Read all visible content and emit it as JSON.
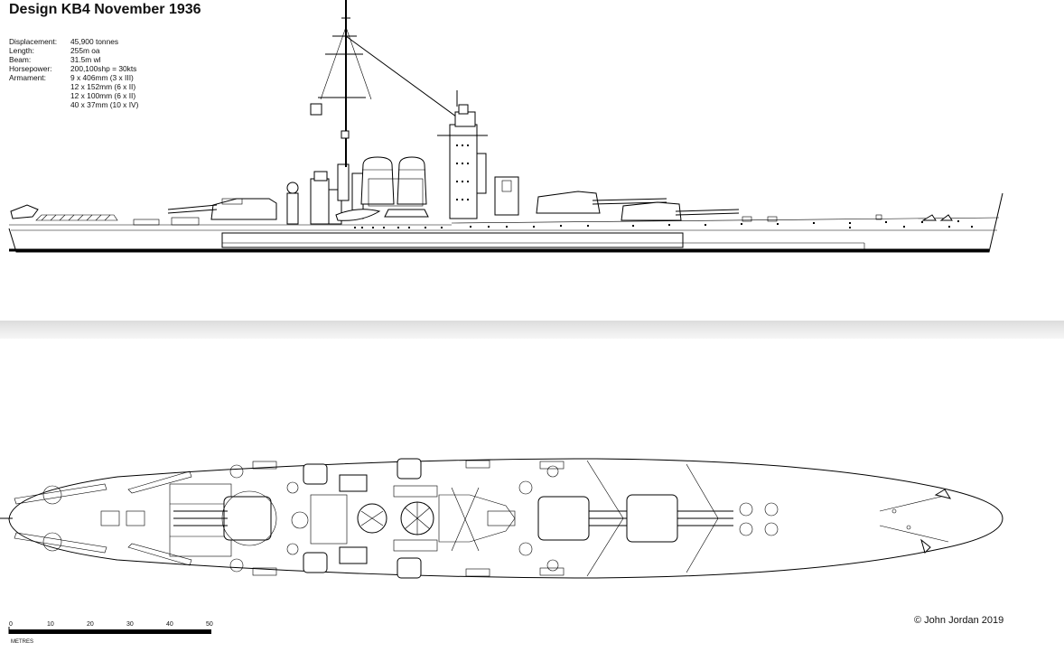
{
  "title": "Design KB4 November 1936",
  "specs": [
    {
      "label": "Displacement:",
      "values": [
        "45,900 tonnes"
      ]
    },
    {
      "label": "Length:",
      "values": [
        "255m oa"
      ]
    },
    {
      "label": "Beam:",
      "values": [
        "31.5m wl"
      ]
    },
    {
      "label": "Horsepower:",
      "values": [
        "200,100shp = 30kts"
      ]
    },
    {
      "label": "Armament:",
      "values": [
        "9 x 406mm (3 x III)",
        "12 x 152mm (6 x II)",
        "12 x 100mm (6 x II)",
        "40 x 37mm (10 x IV)"
      ]
    }
  ],
  "scale": {
    "ticks": [
      "0",
      "10",
      "20",
      "30",
      "40",
      "50"
    ],
    "unit": "METRES"
  },
  "copyright": "© John Jordan 2019"
}
